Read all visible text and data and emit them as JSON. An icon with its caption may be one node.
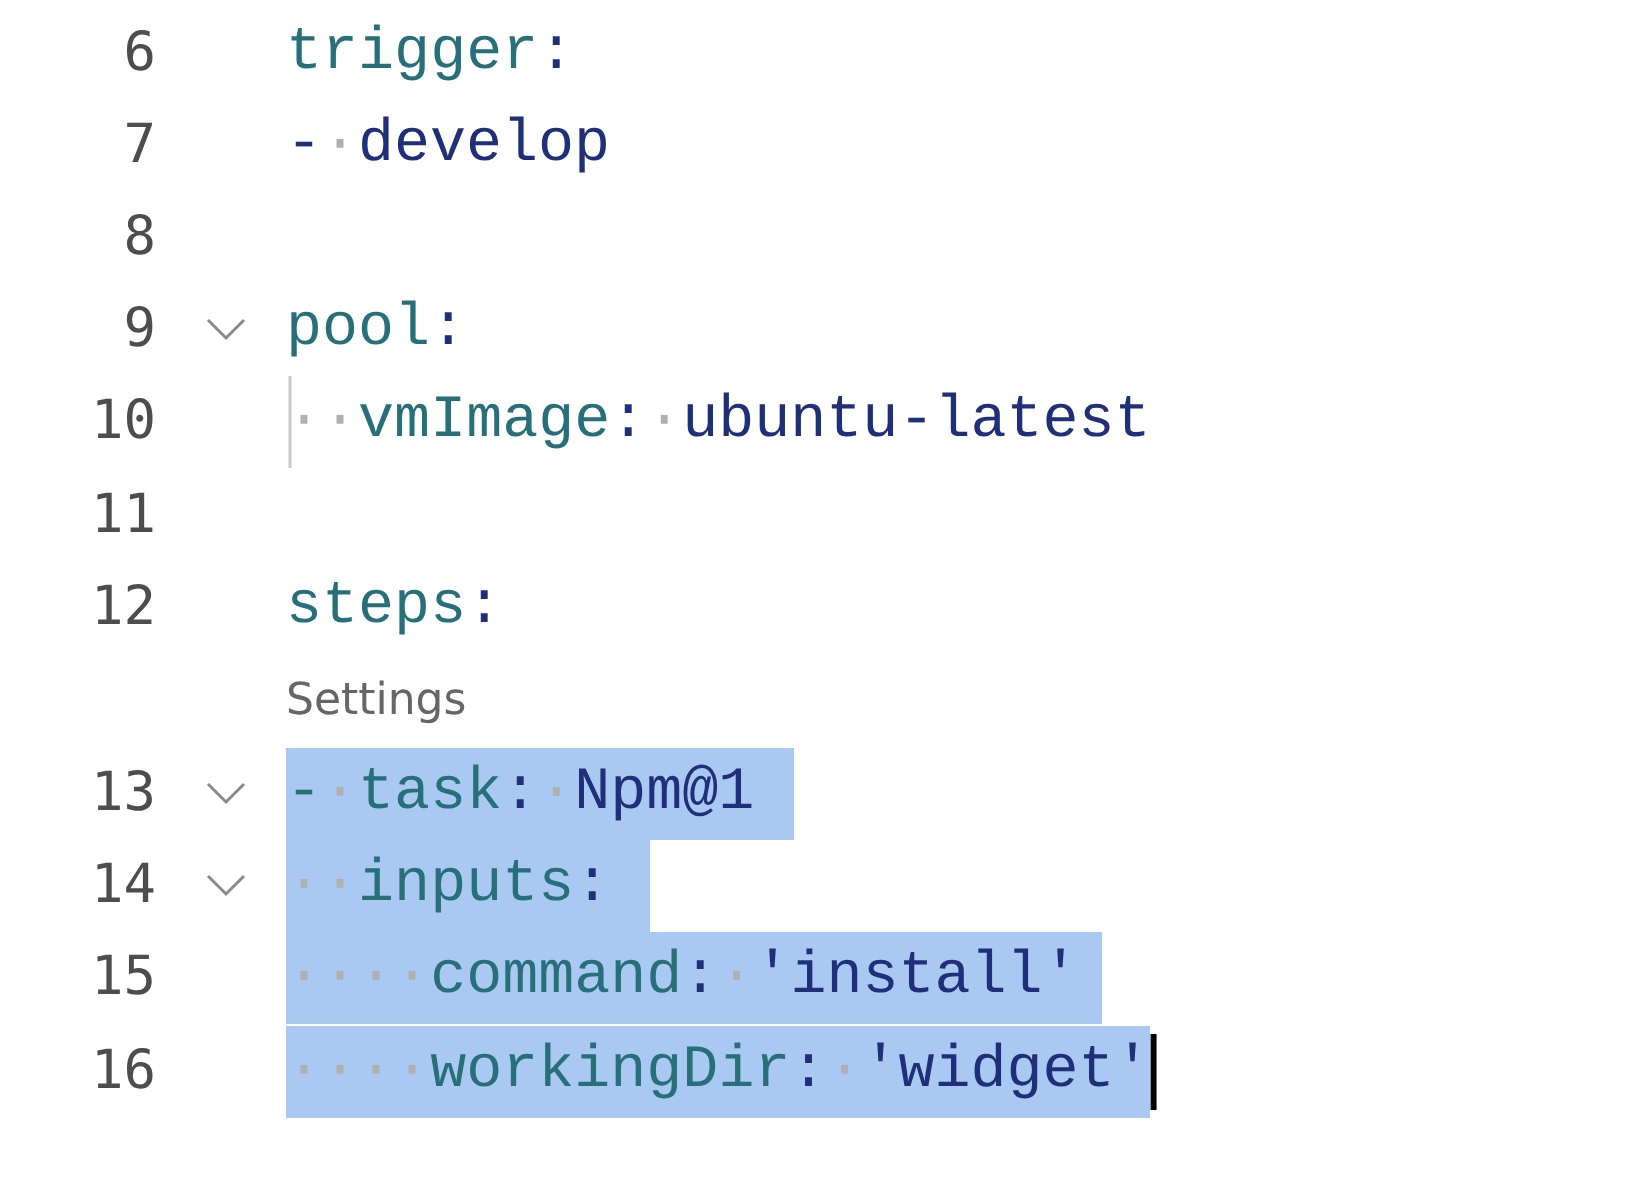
{
  "diagram": {
    "labels": [
      "6",
      "trigger:",
      "7",
      "-·develop",
      "8",
      "9",
      "pool:",
      "10",
      "··vmImage:·ubuntu-latest",
      "11",
      "12",
      "steps:",
      "Settings",
      "13",
      "-·task:·Npm@1",
      "14",
      "··inputs:",
      "15",
      "····command:·'install'",
      "16",
      "····workingDir:·'widget'"
    ]
  }
}
